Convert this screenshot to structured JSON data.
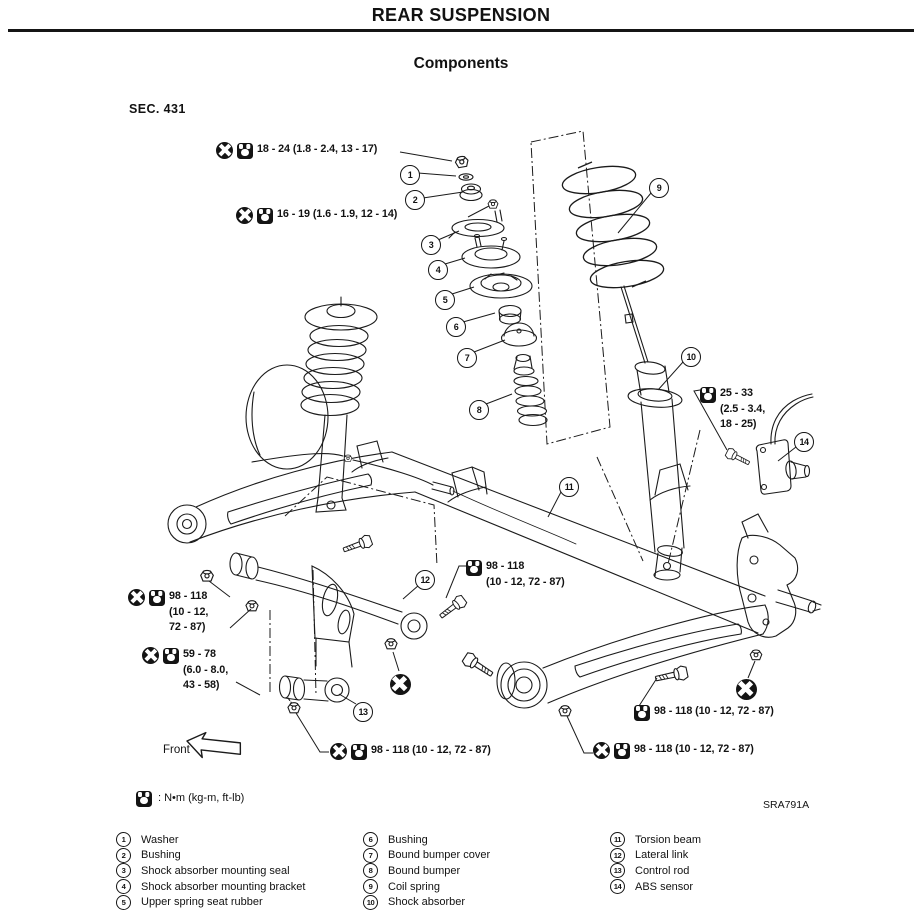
{
  "header": {
    "title": "REAR SUSPENSION",
    "subtitle": "Components",
    "section": "SEC. 431"
  },
  "diagram": {
    "front_label": "Front",
    "torque_unit_note": ": N•m (kg-m, ft-lb)",
    "figure_code": "SRA791A",
    "torque_specs": [
      {
        "replace": true,
        "lines": [
          "18 - 24 (1.8 - 2.4, 13 - 17)"
        ]
      },
      {
        "replace": true,
        "lines": [
          "16 - 19 (1.6 - 1.9, 12 - 14)"
        ]
      },
      {
        "replace": false,
        "lines": [
          "25 - 33",
          "(2.5 - 3.4,",
          "18 - 25)"
        ]
      },
      {
        "replace": true,
        "lines": [
          "98 - 118",
          "(10 - 12,",
          "72 - 87)"
        ]
      },
      {
        "replace": true,
        "lines": [
          "59 - 78",
          "(6.0 - 8.0,",
          "43 - 58)"
        ]
      },
      {
        "replace": false,
        "lines": [
          "98 - 118",
          "(10 - 12, 72 - 87)"
        ]
      },
      {
        "replace": true,
        "lines": [
          "98 - 118 (10 - 12, 72 - 87)"
        ]
      },
      {
        "replace": false,
        "lines": [
          "98 - 118 (10 - 12, 72 - 87)"
        ]
      },
      {
        "replace": true,
        "lines": [
          "98 - 118 (10 - 12, 72 - 87)"
        ]
      }
    ],
    "callouts": [
      {
        "n": "1"
      },
      {
        "n": "2"
      },
      {
        "n": "3"
      },
      {
        "n": "4"
      },
      {
        "n": "5"
      },
      {
        "n": "6"
      },
      {
        "n": "7"
      },
      {
        "n": "8"
      },
      {
        "n": "9"
      },
      {
        "n": "10"
      },
      {
        "n": "11"
      },
      {
        "n": "12"
      },
      {
        "n": "13"
      },
      {
        "n": "14"
      }
    ]
  },
  "legend": {
    "columns": [
      [
        {
          "n": "1",
          "label": "Washer"
        },
        {
          "n": "2",
          "label": "Bushing"
        },
        {
          "n": "3",
          "label": "Shock absorber mounting seal"
        },
        {
          "n": "4",
          "label": "Shock absorber mounting bracket"
        },
        {
          "n": "5",
          "label": "Upper spring seat rubber"
        }
      ],
      [
        {
          "n": "6",
          "label": "Bushing"
        },
        {
          "n": "7",
          "label": "Bound bumper cover"
        },
        {
          "n": "8",
          "label": "Bound bumper"
        },
        {
          "n": "9",
          "label": "Coil spring"
        },
        {
          "n": "10",
          "label": "Shock absorber"
        }
      ],
      [
        {
          "n": "11",
          "label": "Torsion beam"
        },
        {
          "n": "12",
          "label": "Lateral link"
        },
        {
          "n": "13",
          "label": "Control rod"
        },
        {
          "n": "14",
          "label": "ABS sensor"
        }
      ]
    ]
  }
}
